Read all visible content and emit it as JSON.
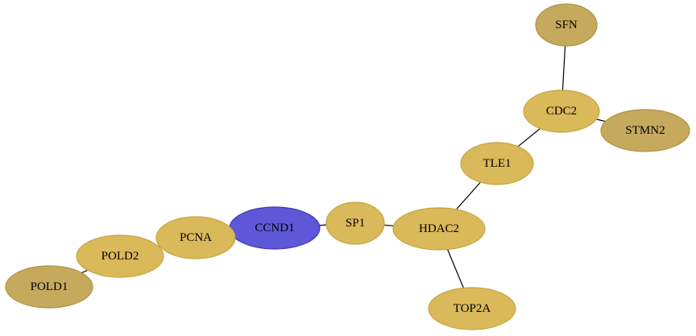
{
  "graph": {
    "colors": {
      "gene_light": "#D9B95A",
      "gene_dark": "#C5A95D",
      "query": "#5E58D8",
      "edge": "#000000"
    },
    "nodes": [
      {
        "id": "SFN",
        "label": "SFN",
        "style": "gene_dark"
      },
      {
        "id": "CDC2",
        "label": "CDC2",
        "style": "gene_light"
      },
      {
        "id": "STMN2",
        "label": "STMN2",
        "style": "gene_dark"
      },
      {
        "id": "TLE1",
        "label": "TLE1",
        "style": "gene_light"
      },
      {
        "id": "HDAC2",
        "label": "HDAC2",
        "style": "gene_light"
      },
      {
        "id": "SP1",
        "label": "SP1",
        "style": "gene_light"
      },
      {
        "id": "CCND1",
        "label": "CCND1",
        "style": "query"
      },
      {
        "id": "PCNA",
        "label": "PCNA",
        "style": "gene_light"
      },
      {
        "id": "POLD2",
        "label": "POLD2",
        "style": "gene_light"
      },
      {
        "id": "POLD1",
        "label": "POLD1",
        "style": "gene_dark"
      },
      {
        "id": "TOP2A",
        "label": "TOP2A",
        "style": "gene_light"
      }
    ],
    "edges": [
      [
        "SFN",
        "CDC2"
      ],
      [
        "CDC2",
        "STMN2"
      ],
      [
        "CDC2",
        "TLE1"
      ],
      [
        "TLE1",
        "HDAC2"
      ],
      [
        "HDAC2",
        "SP1"
      ],
      [
        "HDAC2",
        "TOP2A"
      ],
      [
        "SP1",
        "CCND1"
      ],
      [
        "CCND1",
        "PCNA"
      ],
      [
        "PCNA",
        "POLD2"
      ],
      [
        "POLD2",
        "POLD1"
      ]
    ]
  }
}
